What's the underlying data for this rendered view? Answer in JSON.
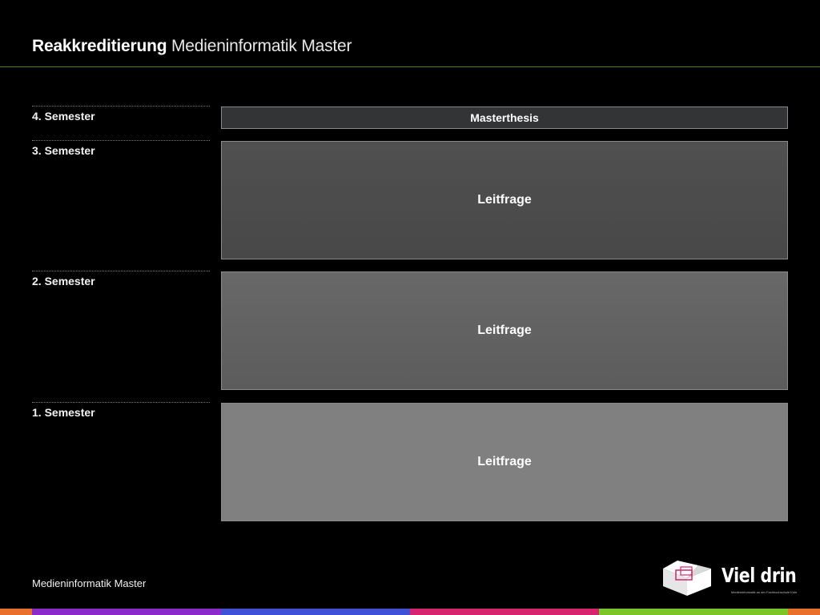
{
  "header": {
    "title_bold": "Reakkreditierung",
    "title_light": "Medieninformatik Master",
    "rule_color": "#4d7a2c"
  },
  "semesters": [
    {
      "label": "4. Semester",
      "box_label": "Masterthesis"
    },
    {
      "label": "3. Semester",
      "box_label": "Leitfrage"
    },
    {
      "label": "2. Semester",
      "box_label": "Leitfrage"
    },
    {
      "label": "1. Semester",
      "box_label": "Leitfrage"
    }
  ],
  "footer": {
    "text": "Medieninformatik Master",
    "logo_text": "Viel drin",
    "logo_tagline": "Medieninformatik an der Fachhochschule Köln",
    "logo_icon": "open-box-icon"
  },
  "stripe_colors": [
    "#e8702a",
    "#8a2bc9",
    "#3f51d6",
    "#d6246e",
    "#7ac628",
    "#e8702a"
  ]
}
